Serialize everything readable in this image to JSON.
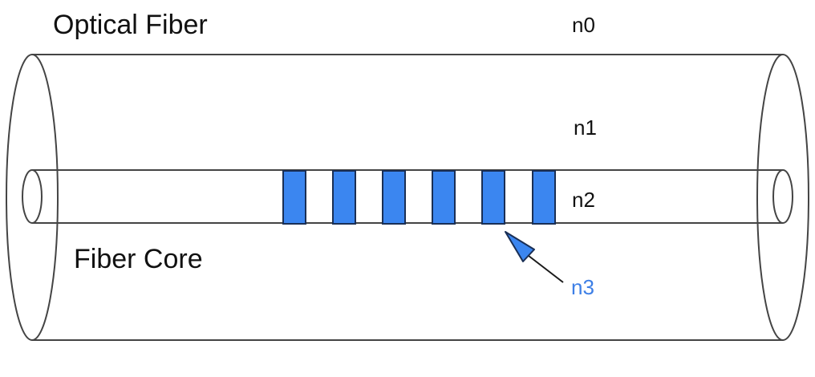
{
  "labels": {
    "optical_fiber": "Optical Fiber",
    "fiber_core": "Fiber Core",
    "n0": "n0",
    "n1": "n1",
    "n2": "n2",
    "n3": "n3"
  },
  "grating": {
    "count": 6
  },
  "colors": {
    "outline": "#444444",
    "grating_fill": "#3b86f0",
    "grating_stroke": "#1a2f55",
    "accent_text": "#3d7fe6",
    "text": "#111111"
  }
}
